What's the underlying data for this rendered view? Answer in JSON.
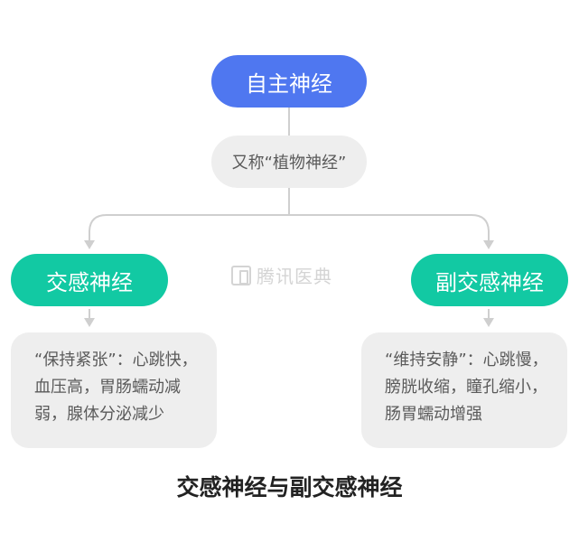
{
  "root": {
    "label": "自主神经"
  },
  "alias": {
    "label": "又称“植物神经”"
  },
  "left": {
    "label": "交感神经",
    "lines": [
      "“保持紧张”：心跳快，",
      "血压高，胃肠蠕动减",
      "弱，腺体分泌减少"
    ]
  },
  "right": {
    "label": "副交感神经",
    "lines": [
      "“维持安静”：心跳慢，",
      "膀胱收缩，瞳孔缩小，",
      "肠胃蠕动增强"
    ]
  },
  "watermark": {
    "text": "腾讯医典"
  },
  "caption": "交感神经与副交感神经",
  "colors": {
    "root": "#4f77f0",
    "branch": "#12c9a3",
    "box": "#eeeeee",
    "connector": "#cfcfcf"
  }
}
